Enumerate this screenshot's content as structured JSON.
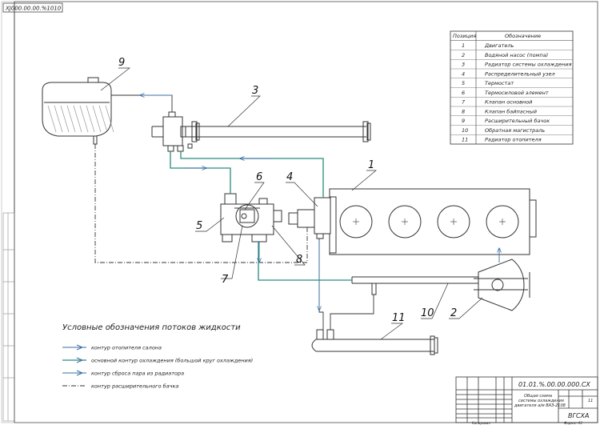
{
  "stamp": "XJ000.00.00.%1010",
  "spec_table": {
    "headers": [
      "Позиция",
      "Обозначение"
    ],
    "rows": [
      [
        "1",
        "Двигатель"
      ],
      [
        "2",
        "Водяной насос (помпа)"
      ],
      [
        "3",
        "Радиатор системы охлаждения"
      ],
      [
        "4",
        "Распределительный узел"
      ],
      [
        "5",
        "Термостат"
      ],
      [
        "6",
        "Термосиловой элемент"
      ],
      [
        "7",
        "Клапан основной"
      ],
      [
        "8",
        "Клапан байпасный"
      ],
      [
        "9",
        "Расширительный бачок"
      ],
      [
        "10",
        "Обратная магистраль"
      ],
      [
        "11",
        "Радиатор отопителя"
      ]
    ]
  },
  "labels": {
    "l1": "1",
    "l2": "2",
    "l3": "3",
    "l4": "4",
    "l5": "5",
    "l6": "6",
    "l7": "7",
    "l8": "8",
    "l9": "9",
    "l10": "10",
    "l11": "11"
  },
  "legend": {
    "title": "Условные обозначения потоков жидкости",
    "items": [
      "контур отопителя салона",
      "основной контур охлаждения (большой круг охлаждения)",
      "контур сброса пара из радиатора",
      "контур расширительного бачка"
    ]
  },
  "title_block": {
    "code": "01.01.%.00.00.000.СХ",
    "name_line1": "Общая схема",
    "name_line2": "системы охлаждения",
    "name_line3": "двигателя а/м ВАЗ-2108",
    "sheet": "11",
    "org": "ВГСХА",
    "bottom_left": "Копировал",
    "bottom_right": "Формат A3"
  },
  "colors": {
    "line": "#2b2b2b",
    "teal": "#2a8a80",
    "flow": "#3a6ea5"
  }
}
